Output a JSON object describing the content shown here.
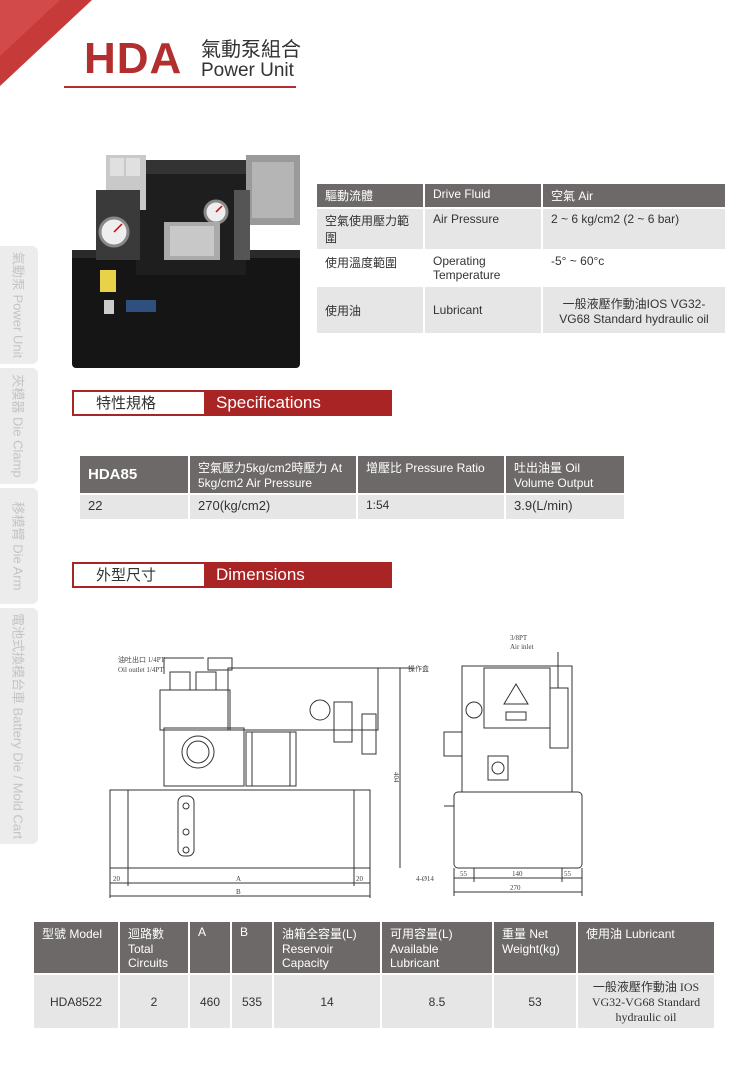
{
  "header": {
    "brand": "HDA",
    "title_zh": "氣動泵組合",
    "title_en": "Power Unit",
    "accent_color": "#b32f2f"
  },
  "side_tabs": [
    {
      "label": "氣動泵 Power Unit"
    },
    {
      "label": "夾模器 Die Clamp"
    },
    {
      "label": "移模臂 Die Arm"
    },
    {
      "label": "電池式換模台車 Battery Die / Mold Cart"
    }
  ],
  "spec_table": {
    "rows": [
      {
        "zh": "驅動流體",
        "en": "Drive Fluid",
        "value": "空氣 Air"
      },
      {
        "zh": "空氣使用壓力範圍",
        "en": "Air Pressure",
        "value": "2 ~ 6 kg/cm2  (2 ~ 6 bar)"
      },
      {
        "zh": "使用溫度範圍",
        "en": "Operating Temperature",
        "value": "-5° ~ 60°c"
      },
      {
        "zh": "使用油",
        "en": "Lubricant",
        "value": "一般液壓作動油IOS VG32-VG68 Standard hydraulic oil"
      }
    ]
  },
  "section_specs": {
    "zh": "特性規格",
    "en": "Specifications"
  },
  "specs_table": {
    "model": "HDA85",
    "headers": [
      "空氣壓力5kg/cm2時壓力 At 5kg/cm2 Air Pressure",
      "增壓比 Pressure Ratio",
      "吐出油量 Oil Volume Output"
    ],
    "row": [
      "22",
      "270(kg/cm2)",
      "1:54",
      "3.9(L/min)"
    ]
  },
  "section_dims": {
    "zh": "外型尺寸",
    "en": "Dimensions"
  },
  "drawing": {
    "labels": {
      "oil_outlet_zh": "油吐出口 1/4PT",
      "oil_outlet_en": "Oil outlet 1/4PT",
      "air_inlet_pt": "3/8PT",
      "air_inlet_en": "Air inlet",
      "switch_box": "操作盒",
      "height": "404",
      "dim_a": "A",
      "dim_b": "B",
      "dim_20_left": "20",
      "dim_20_right": "20",
      "holes": "4-Ø14",
      "dim_55_left": "55",
      "dim_140": "140",
      "dim_55_right": "55",
      "dim_270": "270"
    }
  },
  "model_table": {
    "headers": [
      "型號 Model",
      "迴路數 Total Circuits",
      "A",
      "B",
      "油箱全容量(L) Reservoir Capacity",
      "可用容量(L) Available Lubricant",
      "重量 Net Weight(kg)",
      "使用油 Lubricant"
    ],
    "row": [
      "HDA8522",
      "2",
      "460",
      "535",
      "14",
      "8.5",
      "53",
      "一般液壓作動油 IOS VG32-VG68 Standard hydraulic oil"
    ]
  }
}
